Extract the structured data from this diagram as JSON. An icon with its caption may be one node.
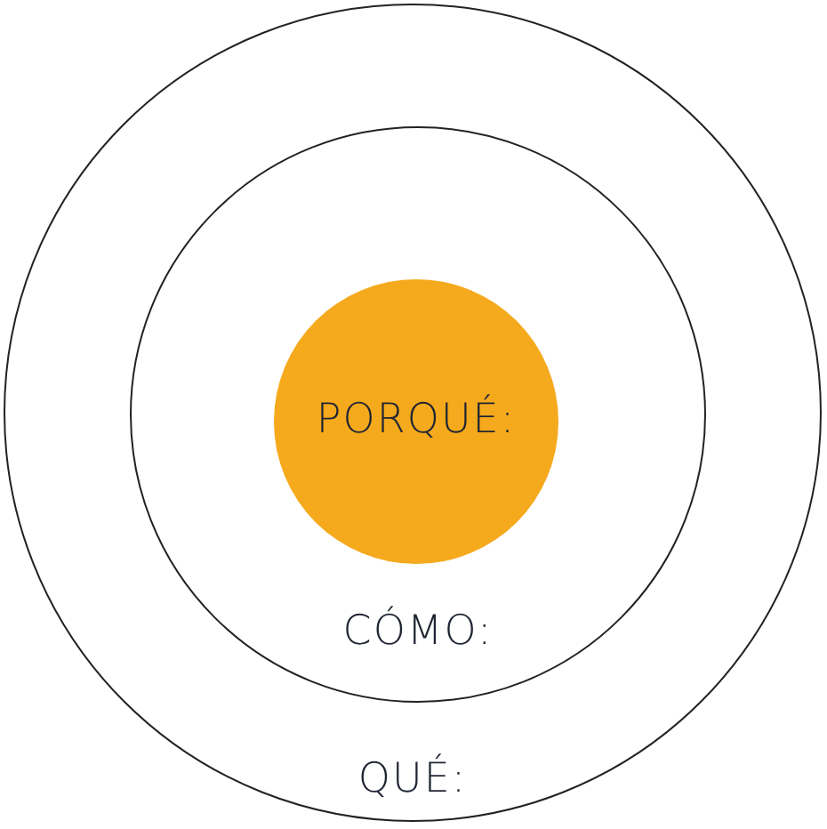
{
  "diagram": {
    "nodes": [
      {
        "text": [
          "QUÉ:"
        ]
      },
      {
        "text": [
          "CÓMO:"
        ],
        "in": 0
      },
      {
        "text": [
          "PORQUÉ:"
        ],
        "in": 1
      }
    ]
  }
}
